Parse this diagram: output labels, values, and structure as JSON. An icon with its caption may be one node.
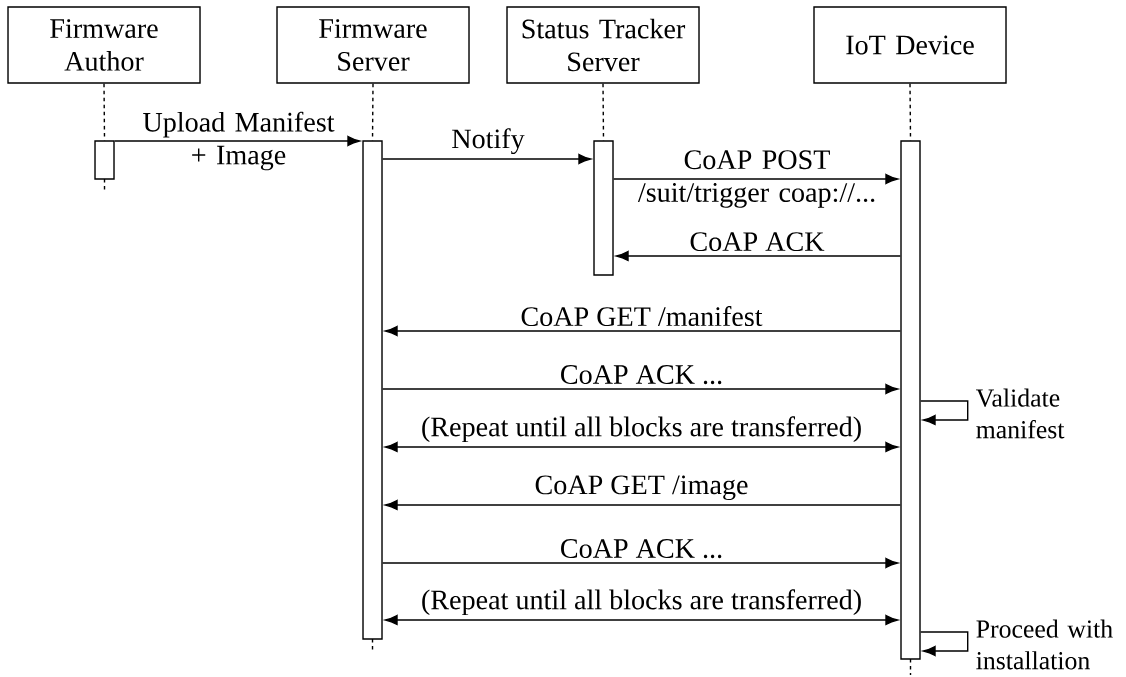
{
  "diagram": {
    "nodes": [
      {
        "text": [
          "Firmware Author"
        ]
      },
      {
        "text": [
          "Firmware Server"
        ]
      },
      {
        "text": [
          "Status Tracker Server"
        ]
      },
      {
        "text": [
          "IoT Device"
        ]
      },
      {
        "text": [],
        "shape": "bar"
      },
      {
        "text": [],
        "shape": "bar"
      },
      {
        "text": [],
        "shape": "bar"
      },
      {
        "text": [],
        "shape": "bar"
      }
    ],
    "edges": [
      {
        "from": 0,
        "to": 4,
        "arrow": "none",
        "style": "dashed"
      },
      {
        "from": 1,
        "to": 5,
        "arrow": "none",
        "style": "dashed"
      },
      {
        "from": 2,
        "to": 6,
        "arrow": "none",
        "style": "dashed"
      },
      {
        "from": 3,
        "to": 7,
        "arrow": "none",
        "style": "dashed"
      },
      {
        "from": 4,
        "to": 5,
        "arrow": "to",
        "label": "Upload Manifest + Image"
      },
      {
        "from": 5,
        "to": 6,
        "arrow": "to",
        "label": "Notify"
      },
      {
        "from": 6,
        "to": 7,
        "arrow": "to",
        "label": "CoAP POST /suit/trigger coap://..."
      },
      {
        "from": 7,
        "to": 6,
        "arrow": "to",
        "label": "CoAP ACK"
      },
      {
        "from": 7,
        "to": 5,
        "arrow": "to",
        "label": "CoAP GET /manifest"
      },
      {
        "from": 5,
        "to": 7,
        "arrow": "to",
        "label": "CoAP ACK ..."
      },
      {
        "from": 7,
        "to": 7,
        "arrow": "to",
        "label": "Validate manifest"
      },
      {
        "from": 5,
        "to": 7,
        "arrow": "both",
        "label": "(Repeat until all blocks are transferred)"
      },
      {
        "from": 7,
        "to": 5,
        "arrow": "to",
        "label": "CoAP GET /image"
      },
      {
        "from": 5,
        "to": 7,
        "arrow": "to",
        "label": "CoAP ACK ..."
      },
      {
        "from": 5,
        "to": 7,
        "arrow": "both",
        "label": "(Repeat until all blocks are transferred)"
      },
      {
        "from": 7,
        "to": 7,
        "arrow": "to",
        "label": "Proceed with installation"
      }
    ]
  }
}
